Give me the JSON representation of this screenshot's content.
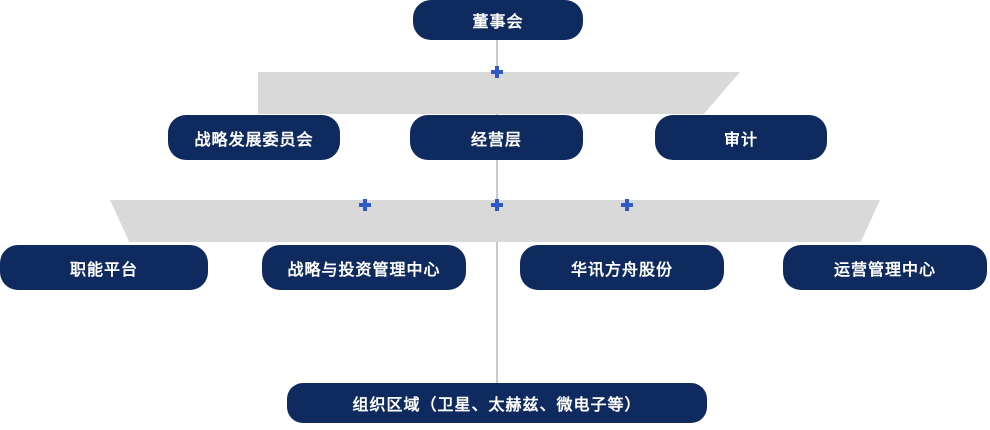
{
  "colors": {
    "node_bg": "#0e2a5e",
    "node_text": "#ffffff",
    "band_gray": "#d9d9d9",
    "line_gray": "#c9c9c9",
    "plus_blue": "#2e59c6"
  },
  "icons": {
    "connector": "plus-icon"
  },
  "nodes": {
    "board": {
      "label": "董事会"
    },
    "strategy_committee": {
      "label": "战略发展委员会"
    },
    "management": {
      "label": "经营层"
    },
    "audit": {
      "label": "审计"
    },
    "functional_platform": {
      "label": "职能平台"
    },
    "strategy_investment_center": {
      "label": "战略与投资管理中心"
    },
    "huaxun_fangzhou": {
      "label": "华讯方舟股份"
    },
    "operations_center": {
      "label": "运营管理中心"
    },
    "org_regions": {
      "label": "组织区域（卫星、太赫兹、微电子等）"
    }
  }
}
